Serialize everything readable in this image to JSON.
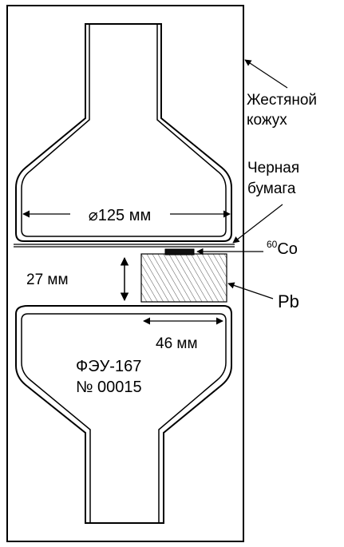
{
  "labels": {
    "casing_line1": "Жестяной",
    "casing_line2": "кожух",
    "paper_line1": "Черная",
    "paper_line2": "бумага",
    "diameter": "⌀125 мм",
    "source_mass": "60",
    "source_element": "Co",
    "gap": "27 мм",
    "lead": "Pb",
    "width": "46 мм",
    "pmt_model": "ФЭУ-167",
    "pmt_serial": "№ 00015"
  },
  "colors": {
    "line": "#000000",
    "hatch": "#555555",
    "background": "#ffffff"
  }
}
